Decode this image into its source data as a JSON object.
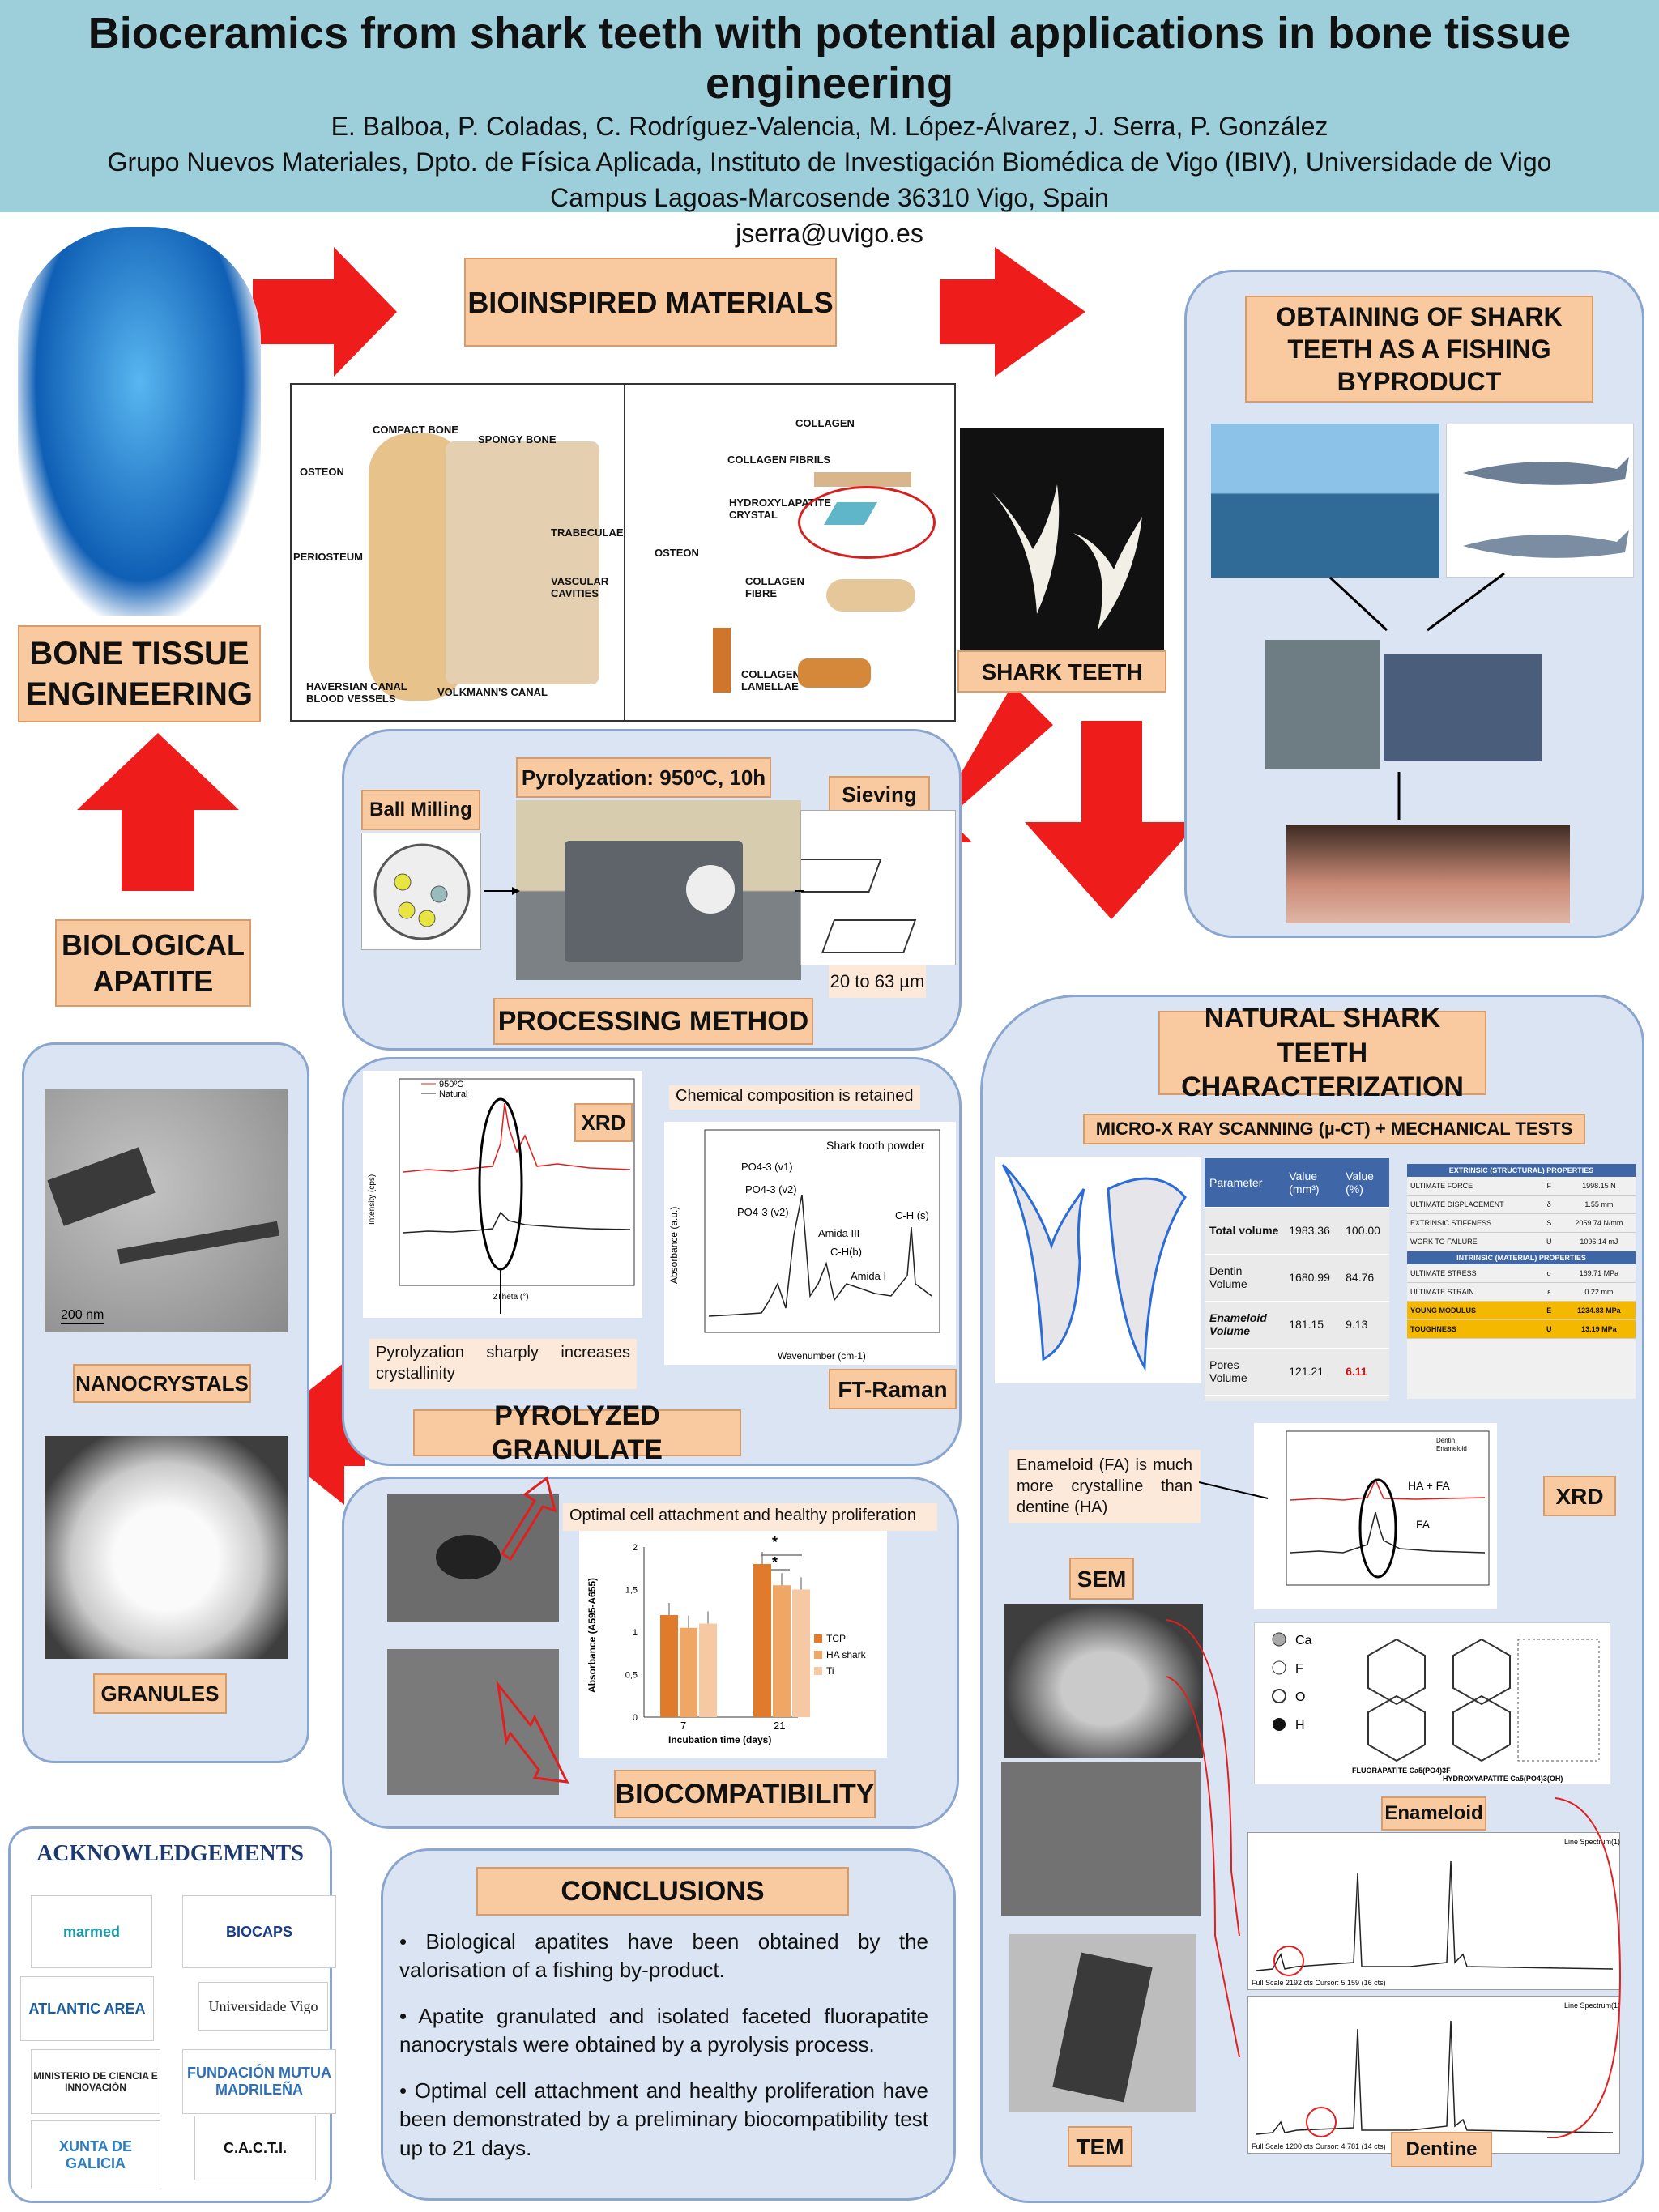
{
  "header": {
    "title": "Bioceramics from shark teeth with potential applications in bone tissue engineering",
    "authors": "E. Balboa, P. Coladas, C. Rodríguez-Valencia, M. López-Álvarez, J. Serra, P. González",
    "affiliation": "Grupo Nuevos Materiales, Dpto. de Física Aplicada, Instituto de Investigación Biomédica de Vigo (IBIV), Universidade de Vigo",
    "address": "Campus Lagoas-Marcosende 36310 Vigo, Spain",
    "email": "jserra@uvigo.es"
  },
  "labels": {
    "bioinspired": "BIOINSPIRED MATERIALS",
    "bone_tissue": "BONE TISSUE ENGINEERING",
    "biological_apatite": "BIOLOGICAL APATITE",
    "obtaining": "OBTAINING OF SHARK TEETH AS A FISHING BYPRODUCT",
    "shark_teeth": "SHARK TEETH",
    "ball_milling": "Ball Milling",
    "pyrolyzation": "Pyrolyzation: 950ºC, 10h",
    "sieving": "Sieving",
    "sieve_size": "20 to 63 µm",
    "processing": "PROCESSING METHOD",
    "xrd": "XRD",
    "ft_raman": "FT-Raman",
    "pyrolyzed_granulate": "PYROLYZED GRANULATE",
    "nanocrystals": "NANOCRYSTALS",
    "granules": "GRANULES",
    "biocompatibility": "BIOCOMPATIBILITY",
    "natural_char": "NATURAL SHARK TEETH CHARACTERIZATION",
    "microct": "MICRO-X RAY SCANNING (µ-CT) + MECHANICAL TESTS",
    "xrd2": "XRD",
    "sem": "SEM",
    "tem": "TEM",
    "enameloid": "Enameloid",
    "dentine": "Dentine",
    "conclusions": "CONCLUSIONS",
    "acknowledgements": "ACKNOWLEDGEMENTS",
    "tem_scale": "200 nm"
  },
  "notes": {
    "chemical": "Chemical composition is retained",
    "pyrolyzation_note": "Pyrolyzation sharply increases crystallinity",
    "cell": "Optimal cell attachment and healthy proliferation",
    "enameloid_note": "Enameloid (FA) is much more crystalline than dentine (HA)"
  },
  "bone_diagram": {
    "left": [
      "COMPACT BONE",
      "SPONGY BONE",
      "OSTEON",
      "TRABECULAE",
      "PERIOSTEUM",
      "VASCULAR CAVITIES",
      "HAVERSIAN CANAL BLOOD VESSELS",
      "VOLKMANN'S CANAL"
    ],
    "right": [
      "COLLAGEN",
      "COLLAGEN FIBRILS",
      "HYDROXYLAPATITE CRYSTAL",
      "OSTEON",
      "COLLAGEN FIBRE",
      "COLLAGEN LAMELLAE"
    ]
  },
  "ct_table": {
    "headers": [
      "Parameter",
      "Value (mm³)",
      "Value (%)"
    ],
    "rows": [
      [
        "Total volume",
        "1983.36",
        "100.00"
      ],
      [
        "Dentin Volume",
        "1680.99",
        "84.76"
      ],
      [
        "Enameloid Volume",
        "181.15",
        "9.13"
      ],
      [
        "Pores Volume",
        "121.21",
        "6.11"
      ]
    ]
  },
  "mech_table": {
    "extrinsic_title": "EXTRINSIC (STRUCTURAL) PROPERTIES",
    "extrinsic": [
      [
        "ULTIMATE FORCE",
        "F",
        "1998.15 N"
      ],
      [
        "ULTIMATE DISPLACEMENT",
        "δ",
        "1.55 mm"
      ],
      [
        "EXTRINSIC STIFFNESS",
        "S",
        "2059.74 N/mm"
      ],
      [
        "WORK TO FAILURE",
        "U",
        "1096.14 mJ"
      ]
    ],
    "intrinsic_title": "INTRINSIC (MATERIAL) PROPERTIES",
    "intrinsic": [
      [
        "ULTIMATE STRESS",
        "σ",
        "169.71 MPa"
      ],
      [
        "ULTIMATE STRAIN",
        "ε",
        "0.22 mm"
      ],
      [
        "YOUNG MODULUS",
        "E",
        "1234.83 MPa"
      ],
      [
        "TOUGHNESS",
        "U",
        "13.19 MPa"
      ]
    ]
  },
  "conclusions": [
    "• Biological apatites have been obtained by the valorisation of a fishing by-product.",
    "• Apatite granulated and isolated faceted fluorapatite nanocrystals were obtained by a pyrolysis process.",
    "• Optimal cell attachment and healthy proliferation have been demonstrated by a preliminary biocompatibility test up to 21 days."
  ],
  "logos": [
    "marmed",
    "BIOCAPS",
    "ATLANTIC AREA",
    "Universidade Vigo",
    "MINISTERIO DE CIENCIA E INNOVACIÓN",
    "FUNDACIÓN MUTUA MADRILEÑA",
    "XUNTA DE GALICIA",
    "C.A.C.T.I."
  ],
  "chart_data": [
    {
      "type": "bar",
      "ylabel": "Absorbance (A595-A655)",
      "xlabel": "Incubation time (days)",
      "categories": [
        "7",
        "21"
      ],
      "ylim": [
        0,
        2
      ],
      "series": [
        {
          "name": "TCP",
          "values": [
            1.2,
            1.8
          ],
          "color": "#e07b2c"
        },
        {
          "name": "HA shark",
          "values": [
            1.05,
            1.55
          ],
          "color": "#f0a664"
        },
        {
          "name": "Ti",
          "values": [
            1.1,
            1.5
          ],
          "color": "#f6c9a3"
        }
      ]
    },
    {
      "type": "line",
      "ylabel": "Intensity (cps)",
      "xlabel": "2Theta (°)",
      "series_names": [
        "950ºC",
        "Natural"
      ]
    },
    {
      "type": "line",
      "ylabel": "Absorbance (a.u.)",
      "xlabel": "Wavenumber (cm-1)",
      "title": "Shark tooth powder",
      "annotations": [
        "PO4-3 (v1)",
        "PO4-3 (v2)",
        "PO4-3 (v2)",
        "Amida III",
        "C-H(b)",
        "Amida I",
        "C-H (s)"
      ]
    }
  ],
  "xrd2": {
    "series_names": [
      "Dentin",
      "Enameloid"
    ],
    "annotations": [
      "HA + FA",
      "FA"
    ]
  },
  "structure": {
    "legend": [
      "Ca",
      "F",
      "O",
      "H"
    ],
    "fa": "FLUORAPATITE Ca5(PO4)3F",
    "ha": "HYDROXYAPATITE Ca5(PO4)3(OH)"
  },
  "edx": {
    "title": "Line Spectrum(1)",
    "footer1": "Full Scale 2192 cts Cursor: 5.159 (16 cts)",
    "footer2": "Full Scale 1200 cts Cursor: 4.781 (14 cts)"
  }
}
